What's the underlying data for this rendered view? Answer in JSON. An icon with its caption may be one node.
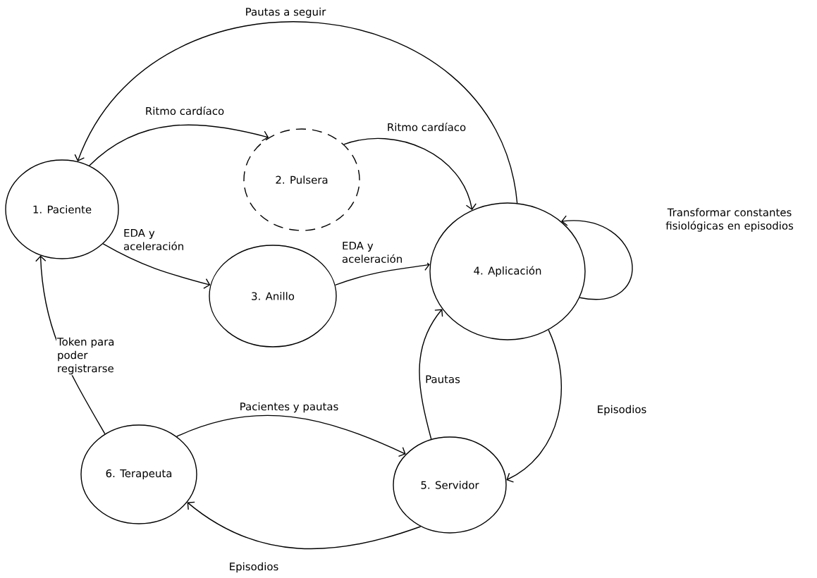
{
  "diagram": {
    "nodes": [
      {
        "text": [
          "1. Paciente"
        ]
      },
      {
        "text": [
          "2. Pulsera"
        ]
      },
      {
        "text": [
          "3. Anillo"
        ]
      },
      {
        "text": [
          "4. Aplicación"
        ]
      },
      {
        "text": [
          "5. Servidor"
        ]
      },
      {
        "text": [
          "6. Terapeuta"
        ]
      }
    ],
    "edges": [
      {
        "from": 0,
        "to": 1,
        "arrow": "to",
        "label": "Ritmo cardíaco"
      },
      {
        "from": 1,
        "to": 3,
        "arrow": "to",
        "label": "Ritmo cardíaco"
      },
      {
        "from": 3,
        "to": 0,
        "arrow": "to",
        "label": "Pautas a seguir"
      },
      {
        "from": 0,
        "to": 2,
        "arrow": "to",
        "label": "EDA y aceleración"
      },
      {
        "from": 2,
        "to": 3,
        "arrow": "to",
        "label": "EDA y aceleración"
      },
      {
        "from": 3,
        "to": 3,
        "arrow": "to",
        "label": "Transformar constantes fisiológicas en episodios"
      },
      {
        "from": 3,
        "to": 4,
        "arrow": "to",
        "label": "Episodios"
      },
      {
        "from": 4,
        "to": 3,
        "arrow": "to",
        "label": "Pautas"
      },
      {
        "from": 4,
        "to": 5,
        "arrow": "to",
        "label": "Episodios"
      },
      {
        "from": 5,
        "to": 4,
        "arrow": "to",
        "label": "Pacientes y pautas"
      },
      {
        "from": 5,
        "to": 0,
        "arrow": "to",
        "label": "Token para poder registrarse"
      }
    ]
  }
}
